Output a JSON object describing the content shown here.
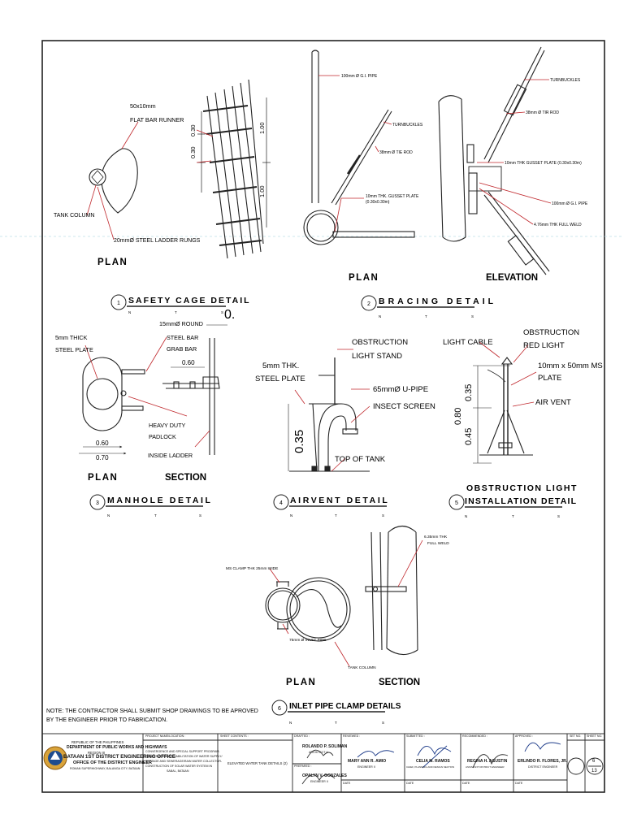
{
  "labels": {
    "safety": {
      "runner": [
        "50x10mm",
        "FLAT BAR RUNNER"
      ],
      "tank_column": "TANK COLUMN",
      "rungs": "20mmØ STEEL LADDER RUNGS",
      "dim_030_a": "0.30",
      "dim_030_b": "0.30",
      "dim_100_a": "1.00",
      "dim_100_b": "1.00",
      "plan": "PLAN"
    },
    "bracing": {
      "gi_pipe": "100mm Ø G.I. PIPE",
      "turnbuckles": "TURNBUCKLES",
      "tie_rod": "38mm Ø TIE ROD",
      "gusset": [
        "10mm THK. GUSSET PLATE",
        "(0.30x0.30m)"
      ],
      "plan": "PLAN",
      "elev_turnbuckles": "TURNBUCKLES",
      "elev_tie_rod": "38mm Ø TIR ROD",
      "elev_gusset": "10mm THK GUSSET PLATE (0.30x0.30m)",
      "elev_gi_pipe": "100mm Ø G.I. PIPE",
      "elev_weld": "4.76mm THK FULL WELD",
      "elevation": "ELEVATION"
    },
    "manhole": {
      "steel_plate": [
        "5mm THICK",
        "STEEL PLATE"
      ],
      "grab_bar": [
        "15mmØ ROUND",
        "STEEL BAR",
        "GRAB BAR"
      ],
      "dim_060_top": "0.60",
      "padlock": [
        "HEAVY DUTY",
        "PADLOCK"
      ],
      "inside_ladder": "INSIDE LADDER",
      "dim_060": "0.60",
      "dim_070": "0.70",
      "plan": "PLAN",
      "section": "SECTION",
      "zero": "0."
    },
    "airvent": {
      "obstruction_stand": [
        "OBSTRUCTION",
        "LIGHT STAND"
      ],
      "steel_plate": [
        "5mm THK.",
        "STEEL PLATE"
      ],
      "u_pipe": "65mmØ U-PIPE",
      "insect_screen": "INSECT SCREEN",
      "top_of_tank": "TOP OF TANK",
      "dim_035": "0.35"
    },
    "obstruction": {
      "light_cable": "LIGHT CABLE",
      "red_light": [
        "OBSTRUCTION",
        "RED LIGHT"
      ],
      "ms_plate": [
        "10mm x 50mm MS",
        "PLATE"
      ],
      "air_vent": "AIR VENT",
      "dim_035": "0.35",
      "dim_080": "0.80",
      "dim_045": "0.45"
    },
    "clamp": {
      "ms_clamp": "MS CLAMP THK 25mm WIDE",
      "inlet_pipe": "75mm Ø INLET PIPE",
      "tank_column": "TANK COLUMN",
      "full_weld": [
        "6.35mm THK",
        "FULL WELD"
      ],
      "plan": "PLAN",
      "section": "SECTION"
    }
  },
  "details": [
    {
      "number": "1",
      "title": "SAFETY CAGE DETAIL",
      "scale": [
        "N",
        "T",
        "S"
      ]
    },
    {
      "number": "2",
      "title": "BRACING DETAIL",
      "scale": [
        "N",
        "T",
        "S"
      ]
    },
    {
      "number": "3",
      "title": "MANHOLE DETAIL",
      "scale": [
        "N",
        "T",
        "S"
      ]
    },
    {
      "number": "4",
      "title": "AIRVENT DETAIL",
      "scale": [
        "N",
        "T",
        "S"
      ]
    },
    {
      "number": "5",
      "title": [
        "OBSTRUCTION LIGHT",
        "INSTALLATION DETAIL"
      ],
      "scale": [
        "N",
        "T",
        "S"
      ]
    },
    {
      "number": "6",
      "title": "INLET PIPE CLAMP DETAILS",
      "scale": [
        "N",
        "T",
        "S"
      ]
    }
  ],
  "note": [
    "NOTE: THE CONTRACTOR SHALL SUBMIT SHOP DRAWINGS TO BE APROVED",
    "BY THE ENGINEER PRIOR TO FABRICATION."
  ],
  "title_block": {
    "agency": [
      "REPUBLIC OF THE PHILIPPINES",
      "DEPARTMENT OF PUBLIC WORKS AND HIGHWAYS",
      "REGION III",
      "BATAAN 1ST DISTRICT ENGINEERING OFFICE",
      "OFFICE OF THE DISTRICT ENGINEER",
      "ROMAN SUPERHIGHWAY, BALANGA CITY, BATAAN"
    ],
    "project_header": "PROJECT NAME/LOCATION :",
    "project_name": [
      "CONVERGENCE AND SPECIAL SUPPORT PROGRAM-",
      "CONSTRUCTION/REHABILITATION OF WATER SUPPLY/",
      "SEPTAGE AND SEWERAGE/RAIN WATER COLLECTOR-",
      "CONSTRUCTION OF SOLAR WATER SYSTEM IN",
      "SABAL, BATAAN"
    ],
    "sheet_contents_header": "SHEET CONTENTS :",
    "sheet_contents": "ELEVATED WATER TANK DETAILS (2)",
    "drafted_header": "DRAFTED :",
    "drafted_name": "ROLANDO P. SOLIMAN",
    "drafted_title": "ARCHITECT II",
    "prepared_header": "PREPARED :",
    "prepared_name": "OPALYN V. GONZALES",
    "prepared_title": "ENGINEER II",
    "reviewed_header": "REVIEWED :",
    "reviewed_name": "MARY ANN R. AMIO",
    "reviewed_title": "ENGINEER II",
    "submitted_header": "SUBMITTED :",
    "submitted_name": "CELIA M. RAMOS",
    "submitted_title": "CHIEF, PLANNING AND DESIGN SECTION",
    "recommended_header": "RECOMMENDED :",
    "recommended_name": "REGINA H. AGUSTIN",
    "recommended_title": "ASSISTANT DISTRICT ENGINEER",
    "approved_header": "APPROVED :",
    "approved_name": "ERLINDO R. FLORES, JR.",
    "approved_title": "DISTRICT ENGINEER",
    "date_label": "DATE",
    "set_no_header": "SET NO.",
    "sheet_no_header": "SHEET NO.",
    "sheet_no": "6",
    "sheet_total": "13"
  }
}
